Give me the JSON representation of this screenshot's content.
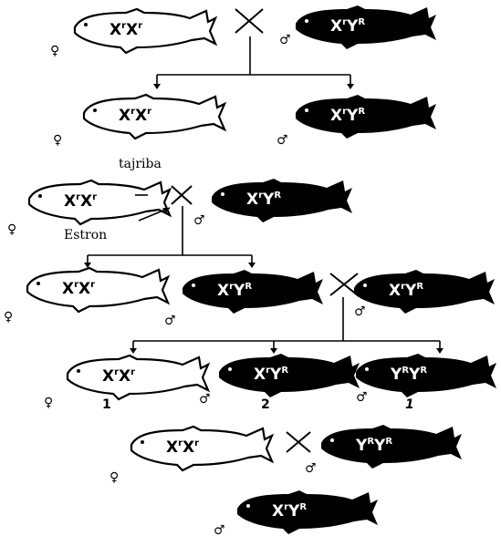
{
  "labels": {
    "experiment": "tajriba",
    "hormone": "Estron"
  },
  "genotypes": {
    "female_rr": {
      "a": "X",
      "a_sup": "r",
      "b": "X",
      "b_sup": "r"
    },
    "male_rR": {
      "a": "X",
      "a_sup": "r",
      "b": "Y",
      "b_sup": "R"
    },
    "male_RR": {
      "a": "Y",
      "a_sup": "R",
      "b": "Y",
      "b_sup": "R"
    }
  },
  "ratio": [
    "1",
    "2",
    "1"
  ],
  "symbols": {
    "cross": "×",
    "female": "♀",
    "male": "♂"
  },
  "colors": {
    "ink": "#000000",
    "paper": "#ffffff"
  }
}
